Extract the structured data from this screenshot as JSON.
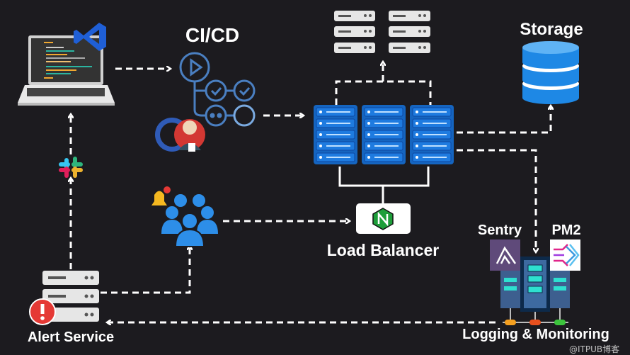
{
  "labels": {
    "cicd": "CI/CD",
    "storage": "Storage",
    "load_balancer": "Load Balancer",
    "sentry": "Sentry",
    "pm2": "PM2",
    "logging": "Logging & Monitoring",
    "alert": "Alert Service"
  },
  "watermark": "@ITPUB博客",
  "colors": {
    "background": "#1c1b1f",
    "server_blue": "#1565c0",
    "pipeline_blue": "#4a7fc1",
    "storage_blue": "#1e88e5",
    "sentry_purple": "#5f4a7a",
    "nginx_green": "#1e9e3a",
    "alert_red": "#e53935",
    "arrow": "#ffffff"
  },
  "icons": [
    "laptop-icon",
    "vscode-icon",
    "pipeline-icon",
    "github-icon",
    "jenkins-icon",
    "server-rack-icon",
    "server-icon",
    "database-icon",
    "nginx-icon",
    "users-icon",
    "bell-icon",
    "slack-icon",
    "alert-icon",
    "sentry-icon",
    "pm2-icon"
  ]
}
